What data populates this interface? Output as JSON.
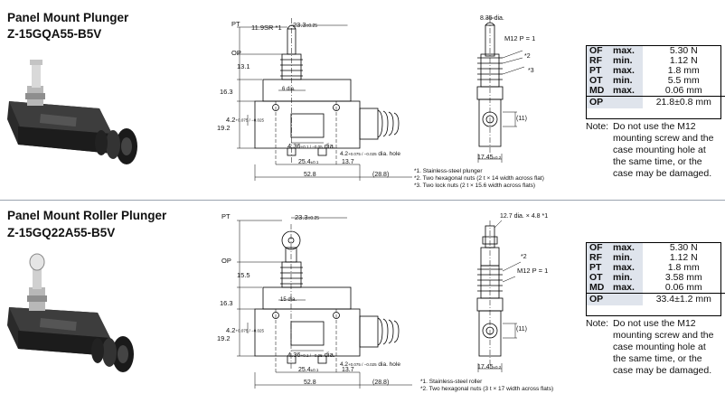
{
  "sections": [
    {
      "title": "Panel Mount Plunger",
      "model": "Z-15GQA55-B5V",
      "dims": {
        "pt": "PT",
        "op": "OP",
        "sr": "11.9SR *1",
        "w23": "23.3",
        "w23tol": "±0.25",
        "h13": "13.1",
        "h16": "16.3",
        "d6": "6 dia.",
        "h4": "4.2",
        "h4tol": "+0.075 / −0.025",
        "h19": "19.2",
        "d436": "4.36",
        "d436tol": "+0.1 / −0.05",
        "d436suffix": "dia.",
        "d42": "4.2",
        "d42tol": "+0.075 / −0.025",
        "d42suffix": "dia. hole",
        "w254": "25.4",
        "w254tol": "±0.1",
        "w137": "13.7",
        "w528": "52.8",
        "w288": "(28.8)",
        "dia835": "8.35 dia.",
        "m12": "M12  P = 1",
        "n2": "*2",
        "n3": "*3",
        "h11": "(11)",
        "w1745": "17.45",
        "w1745tol": "±0.2"
      },
      "footnotes": [
        "*1. Stainless-steel plunger",
        "*2. Two hexagonal nuts (2 t × 14 width across flat)",
        "*3. Two lock nuts (2 t × 15.6 width across flats)"
      ],
      "specs": [
        {
          "name": "OF",
          "qual": "max.",
          "value": "5.30 N"
        },
        {
          "name": "RF",
          "qual": "min.",
          "value": "1.12 N"
        },
        {
          "name": "PT",
          "qual": "max.",
          "value": "1.8 mm"
        },
        {
          "name": "OT",
          "qual": "min.",
          "value": "5.5 mm"
        },
        {
          "name": "MD",
          "qual": "max.",
          "value": "0.06 mm"
        }
      ],
      "op_row": {
        "name": "OP",
        "value": "21.8±0.8 mm"
      },
      "note_label": "Note:",
      "note": [
        "Do not use the M12",
        "mounting screw and the",
        "case mounting hole at",
        "the same time, or the",
        "case may be damaged."
      ]
    },
    {
      "title": "Panel Mount Roller Plunger",
      "model": "Z-15GQ22A55-B5V",
      "dims": {
        "pt": "PT",
        "op": "OP",
        "w23": "23.3",
        "w23tol": "±0.25",
        "h15": "15.5",
        "h16": "16.3",
        "d15": "15 dia.",
        "h4": "4.2",
        "h4tol": "+0.075 / −0.025",
        "h19": "19.2",
        "d436": "4.36",
        "d436tol": "+0.1 / −0.05",
        "d436suffix": "dia.",
        "d42": "4.2",
        "d42tol": "+0.075 / −0.025",
        "d42suffix": "dia. hole",
        "w254": "25.4",
        "w254tol": "±0.1",
        "w137": "13.7",
        "w528": "52.8",
        "w288": "(28.8)",
        "roller": "12.7 dia. × 4.8 *1",
        "m12": "M12  P = 1",
        "n2": "*2",
        "h11": "(11)",
        "w1745": "17.45",
        "w1745tol": "±0.2"
      },
      "footnotes": [
        "*1. Stainless-steel roller",
        "*2. Two hexagonal nuts (3 t × 17 width across flats)"
      ],
      "specs": [
        {
          "name": "OF",
          "qual": "max.",
          "value": "5.30 N"
        },
        {
          "name": "RF",
          "qual": "min.",
          "value": "1.12 N"
        },
        {
          "name": "PT",
          "qual": "max.",
          "value": "1.8 mm"
        },
        {
          "name": "OT",
          "qual": "min.",
          "value": "3.58 mm"
        },
        {
          "name": "MD",
          "qual": "max.",
          "value": "0.06 mm"
        }
      ],
      "op_row": {
        "name": "OP",
        "value": "33.4±1.2 mm"
      },
      "note_label": "Note:",
      "note": [
        "Do not use the M12",
        "mounting screw and the",
        "case mounting hole at",
        "the same time, or the",
        "case may be damaged."
      ]
    }
  ]
}
